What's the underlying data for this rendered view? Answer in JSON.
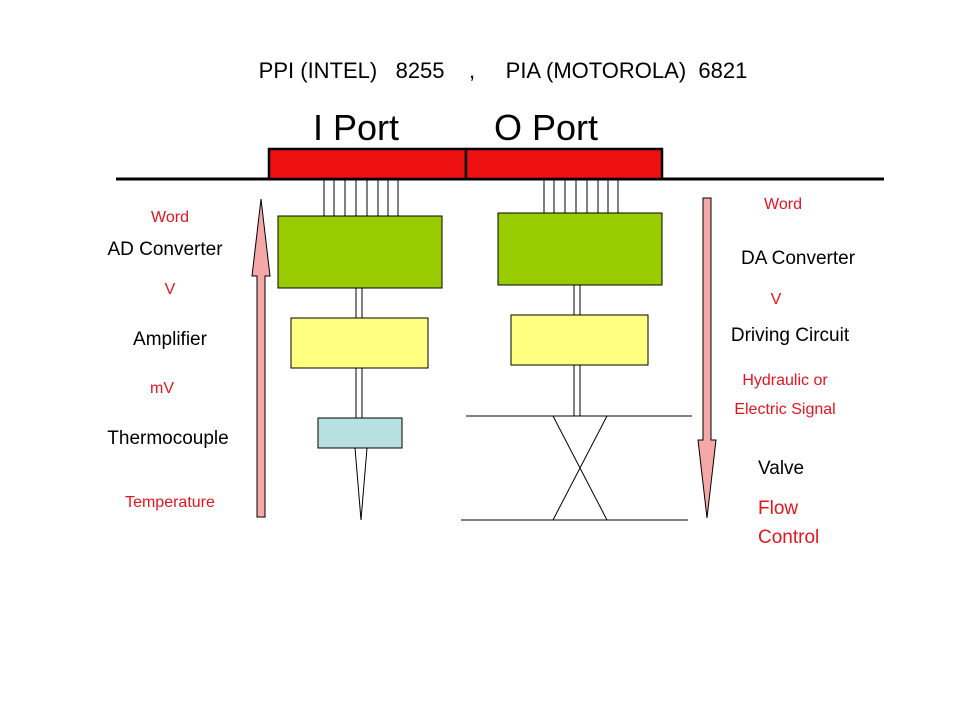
{
  "header": {
    "chips": "PPI (INTEL)   8255    ,     PIA (MOTOROLA)  6821"
  },
  "ports": {
    "input": "I Port",
    "output": "O Port"
  },
  "input_chain": {
    "word": "Word",
    "converter": "AD Converter",
    "volt": "V",
    "amplifier": "Amplifier",
    "millivolt": "mV",
    "sensor": "Thermocouple",
    "measured": "Temperature"
  },
  "output_chain": {
    "word": "Word",
    "converter": "DA Converter",
    "volt": "V",
    "driver": "Driving Circuit",
    "signal_line1": "Hydraulic or",
    "signal_line2": "Electric Signal",
    "actuator": "Valve",
    "result_line1": "Flow",
    "result_line2": "Control"
  },
  "colors": {
    "port": "#ee1111",
    "converter": "#99cc00",
    "amplifier": "#ffff80",
    "sensor": "#b7e0e0",
    "arrow": "#f4a8a8",
    "annotation": "#e6141e"
  }
}
